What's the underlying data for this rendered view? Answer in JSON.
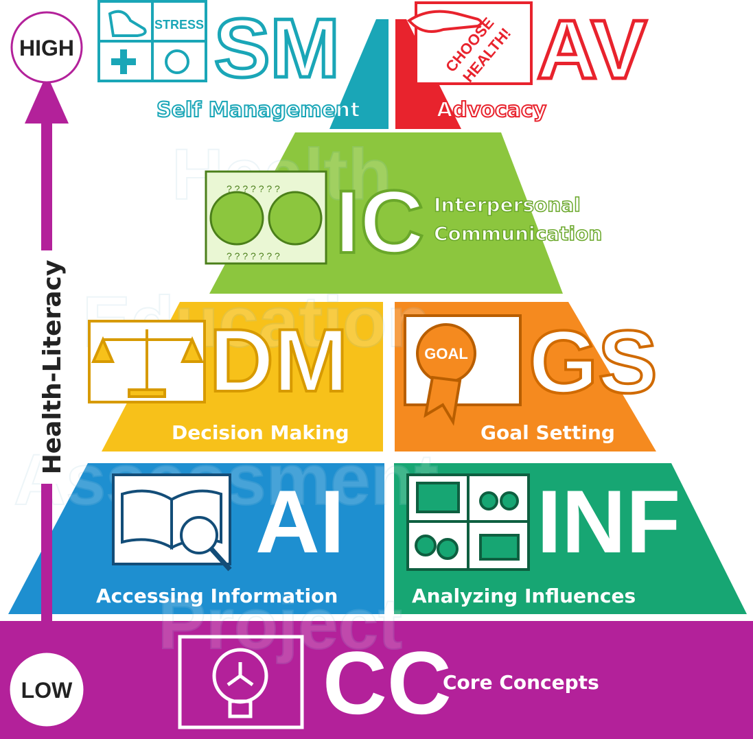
{
  "axis": {
    "high": "HIGH",
    "low": "LOW",
    "label": "Health-Literacy"
  },
  "watermark": {
    "line1": "Health",
    "line2": "Education",
    "line3": "Assessment",
    "line4": "Project"
  },
  "tiers": {
    "sm": {
      "abbr": "SM",
      "label": "Self Management",
      "color": "#1aa6b7",
      "icon": "self-management-icon"
    },
    "av": {
      "abbr": "AV",
      "label": "Advocacy",
      "color": "#e8232d",
      "icon": "choose-health-sign-icon",
      "icon_text_1": "CHOOSE",
      "icon_text_2": "HEALTH!"
    },
    "ic": {
      "abbr": "IC",
      "label_1": "Interpersonal",
      "label_2": "Communication",
      "color": "#8cc63e",
      "icon": "two-heads-talking-icon"
    },
    "dm": {
      "abbr": "DM",
      "label": "Decision Making",
      "color": "#f7c11a",
      "icon": "scales-icon"
    },
    "gs": {
      "abbr": "GS",
      "label": "Goal Setting",
      "color": "#f58a1f",
      "icon": "goal-ribbon-icon",
      "icon_text": "GOAL"
    },
    "ai": {
      "abbr": "AI",
      "label": "Accessing Information",
      "color": "#1e8fd0",
      "icon": "book-magnifier-icon"
    },
    "inf": {
      "abbr": "INF",
      "label": "Analyzing Influences",
      "color": "#17a673",
      "icon": "media-grid-icon"
    },
    "cc": {
      "abbr": "CC",
      "label": "Core Concepts",
      "color": "#b3219a",
      "icon": "light-bulb-icon"
    }
  },
  "colors": {
    "arrow": "#b3219a"
  }
}
